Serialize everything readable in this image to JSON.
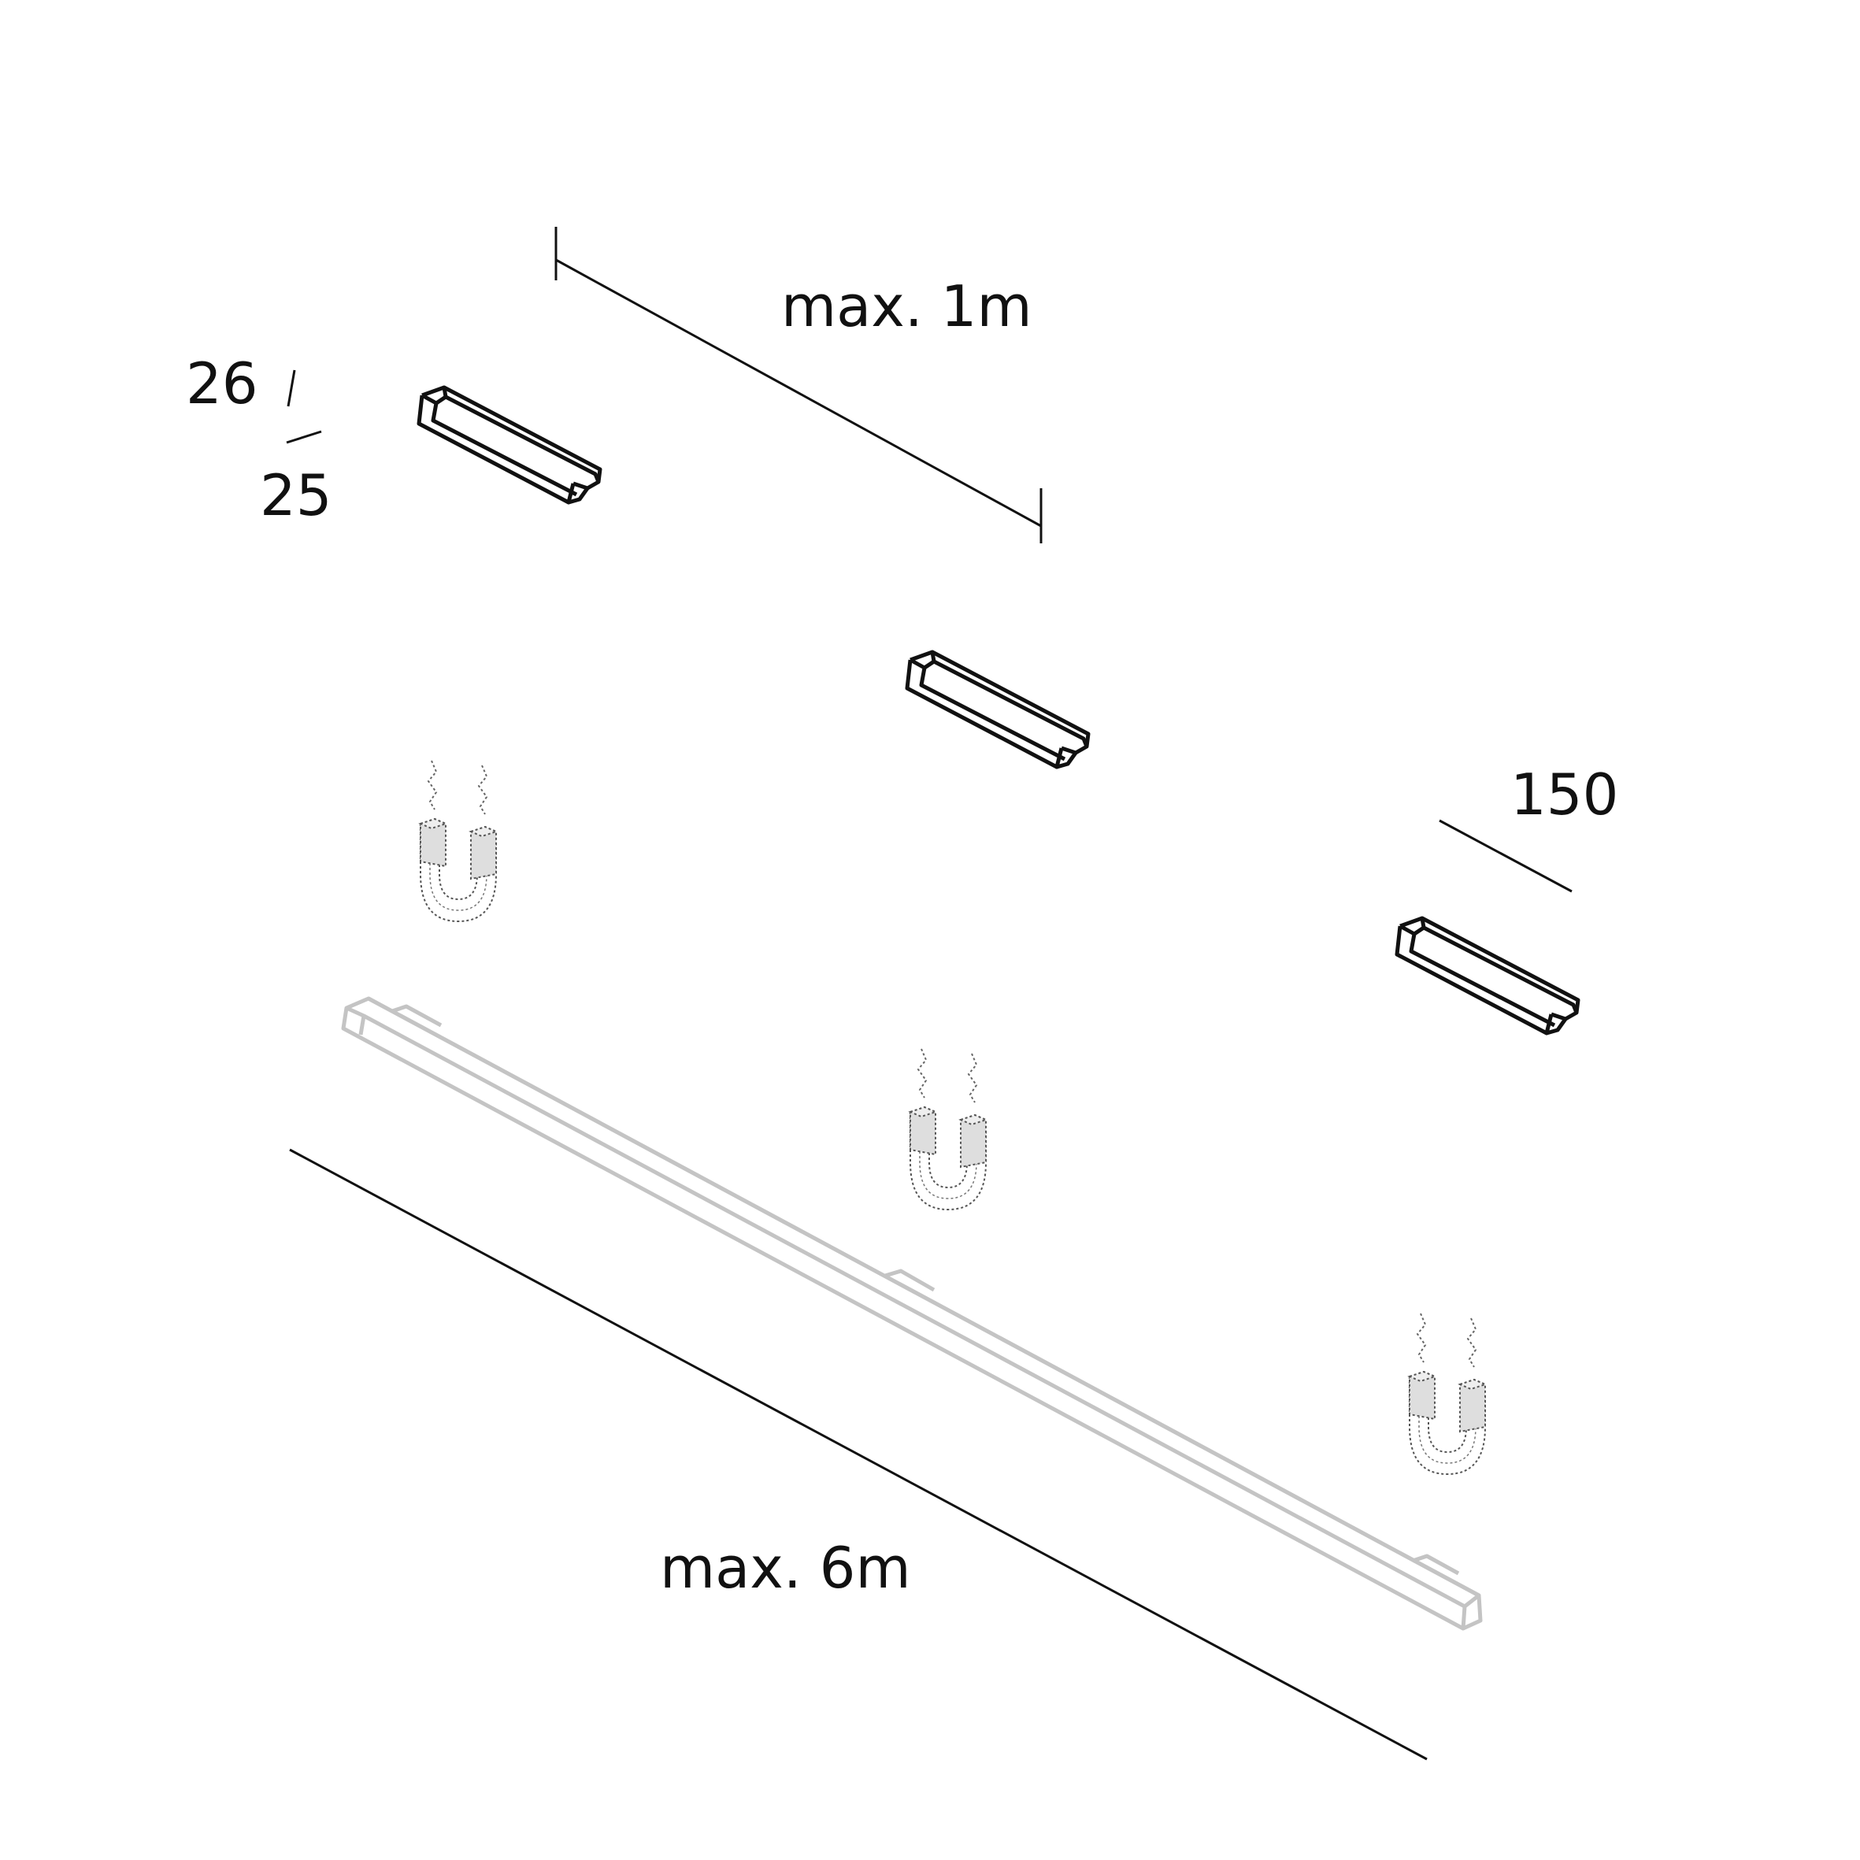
{
  "labels": {
    "max_1m": "max. 1m",
    "max_6m": "max. 6m",
    "dim_26": "26",
    "dim_25": "25",
    "dim_150": "150"
  },
  "colors": {
    "ink": "#111111",
    "rail": "#c4c4c4",
    "magnet_fill": "#dedede",
    "magnet_line": "#555555",
    "background": "#ffffff"
  },
  "icons": [
    "magnet-icon",
    "magnetic-field-icon"
  ]
}
